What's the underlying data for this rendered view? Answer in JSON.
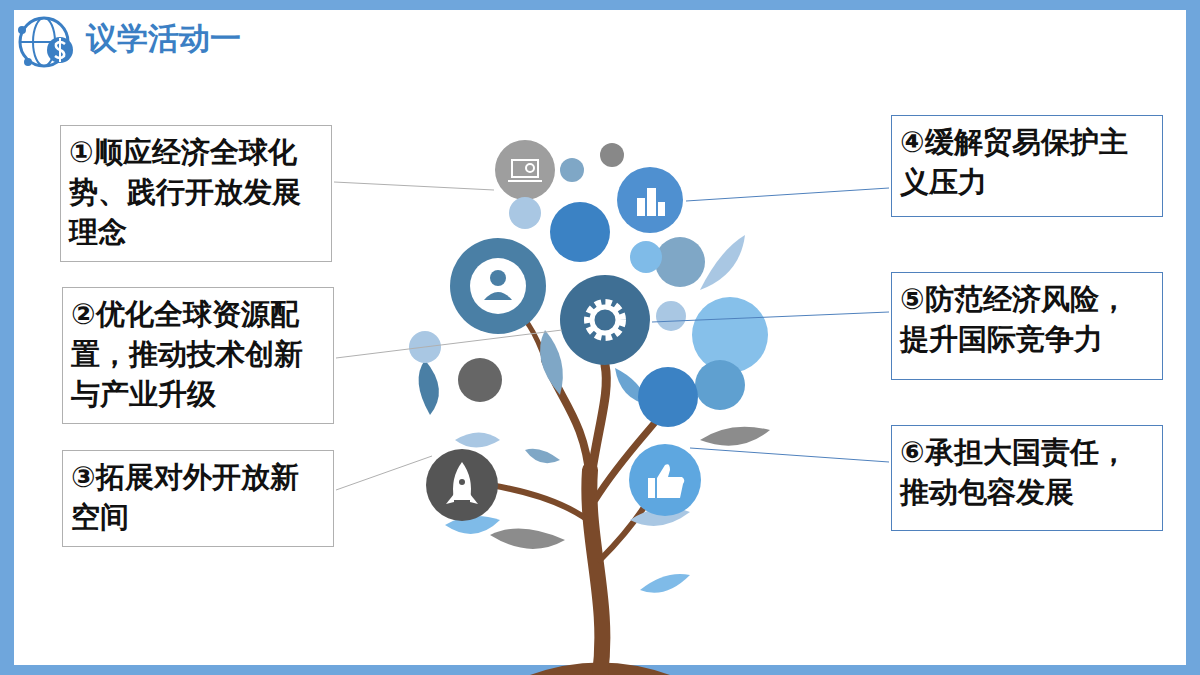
{
  "diagram": {
    "title": "议学活动一",
    "nodes": [
      {
        "text": [
          "①顺应经济全球化势、践行开放发展理念"
        ]
      },
      {
        "text": [
          "②优化全球资源配置，推动技术创新与产业升级"
        ]
      },
      {
        "text": [
          "③拓展对外开放新空间"
        ]
      },
      {
        "text": [
          "④缓解贸易保护主义压力"
        ]
      },
      {
        "text": [
          "⑤防范经济风险，提升国际竞争力"
        ]
      },
      {
        "text": [
          "⑥承担大国责任，推动包容发展"
        ]
      }
    ]
  }
}
